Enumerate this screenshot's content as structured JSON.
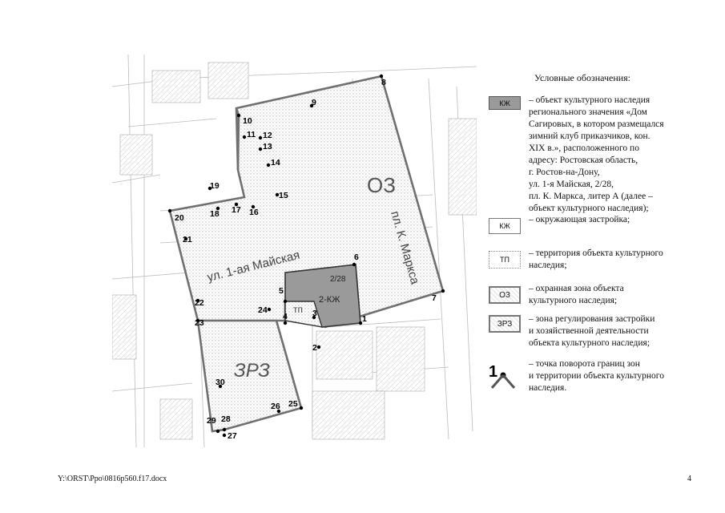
{
  "map": {
    "zone_labels": {
      "oz": "ОЗ",
      "zrz": "ЗРЗ",
      "object": "2-КЖ",
      "object_addr": "2/28",
      "tp": "тп"
    },
    "street_labels": {
      "maiskaya": "ул. 1-ая Майская",
      "marksa": "пл. К. Маркса"
    },
    "points": [
      "1",
      "2",
      "3",
      "4",
      "5",
      "6",
      "7",
      "8",
      "9",
      "10",
      "11",
      "12",
      "13",
      "14",
      "15",
      "16",
      "17",
      "18",
      "19",
      "20",
      "21",
      "22",
      "23",
      "24",
      "25",
      "26",
      "27",
      "28",
      "29",
      "30"
    ],
    "colors": {
      "boundary": "#707070",
      "object_fill": "#9a9a9a",
      "point": "#000000"
    }
  },
  "legend": {
    "title": "Условные обозначения:",
    "items": [
      {
        "symbol": "КЖ",
        "text": "– объект культурного наследия\nрегионального значения «Дом\nСагировых, в котором размещался\nзимний клуб приказчиков, кон.\nXIX в.», расположенного по\nадресу: Ростовская область,\nг. Ростов-на-Дону,\nул. 1-я Майская, 2/28,\nпл. К. Маркса, литер А (далее –\nобъект культурного наследия);"
      },
      {
        "symbol": "КЖ",
        "text": "– окружающая застройка;"
      },
      {
        "symbol": "ТП",
        "text": "– территория объекта культурного\nнаследия;"
      },
      {
        "symbol": "ОЗ",
        "text": "– охранная зона объекта\nкультурного наследия;"
      },
      {
        "symbol": "ЗРЗ",
        "text": "– зона регулирования застройки\nи хозяйственной деятельности\nобъекта культурного наследия;"
      },
      {
        "symbol": "1",
        "text": "– точка поворота границ зон\nи территории объекта культурного\nнаследия."
      }
    ]
  },
  "footer": {
    "path": "Y:\\ORST\\Ppo\\0816p560.f17.docx",
    "page": "4"
  }
}
